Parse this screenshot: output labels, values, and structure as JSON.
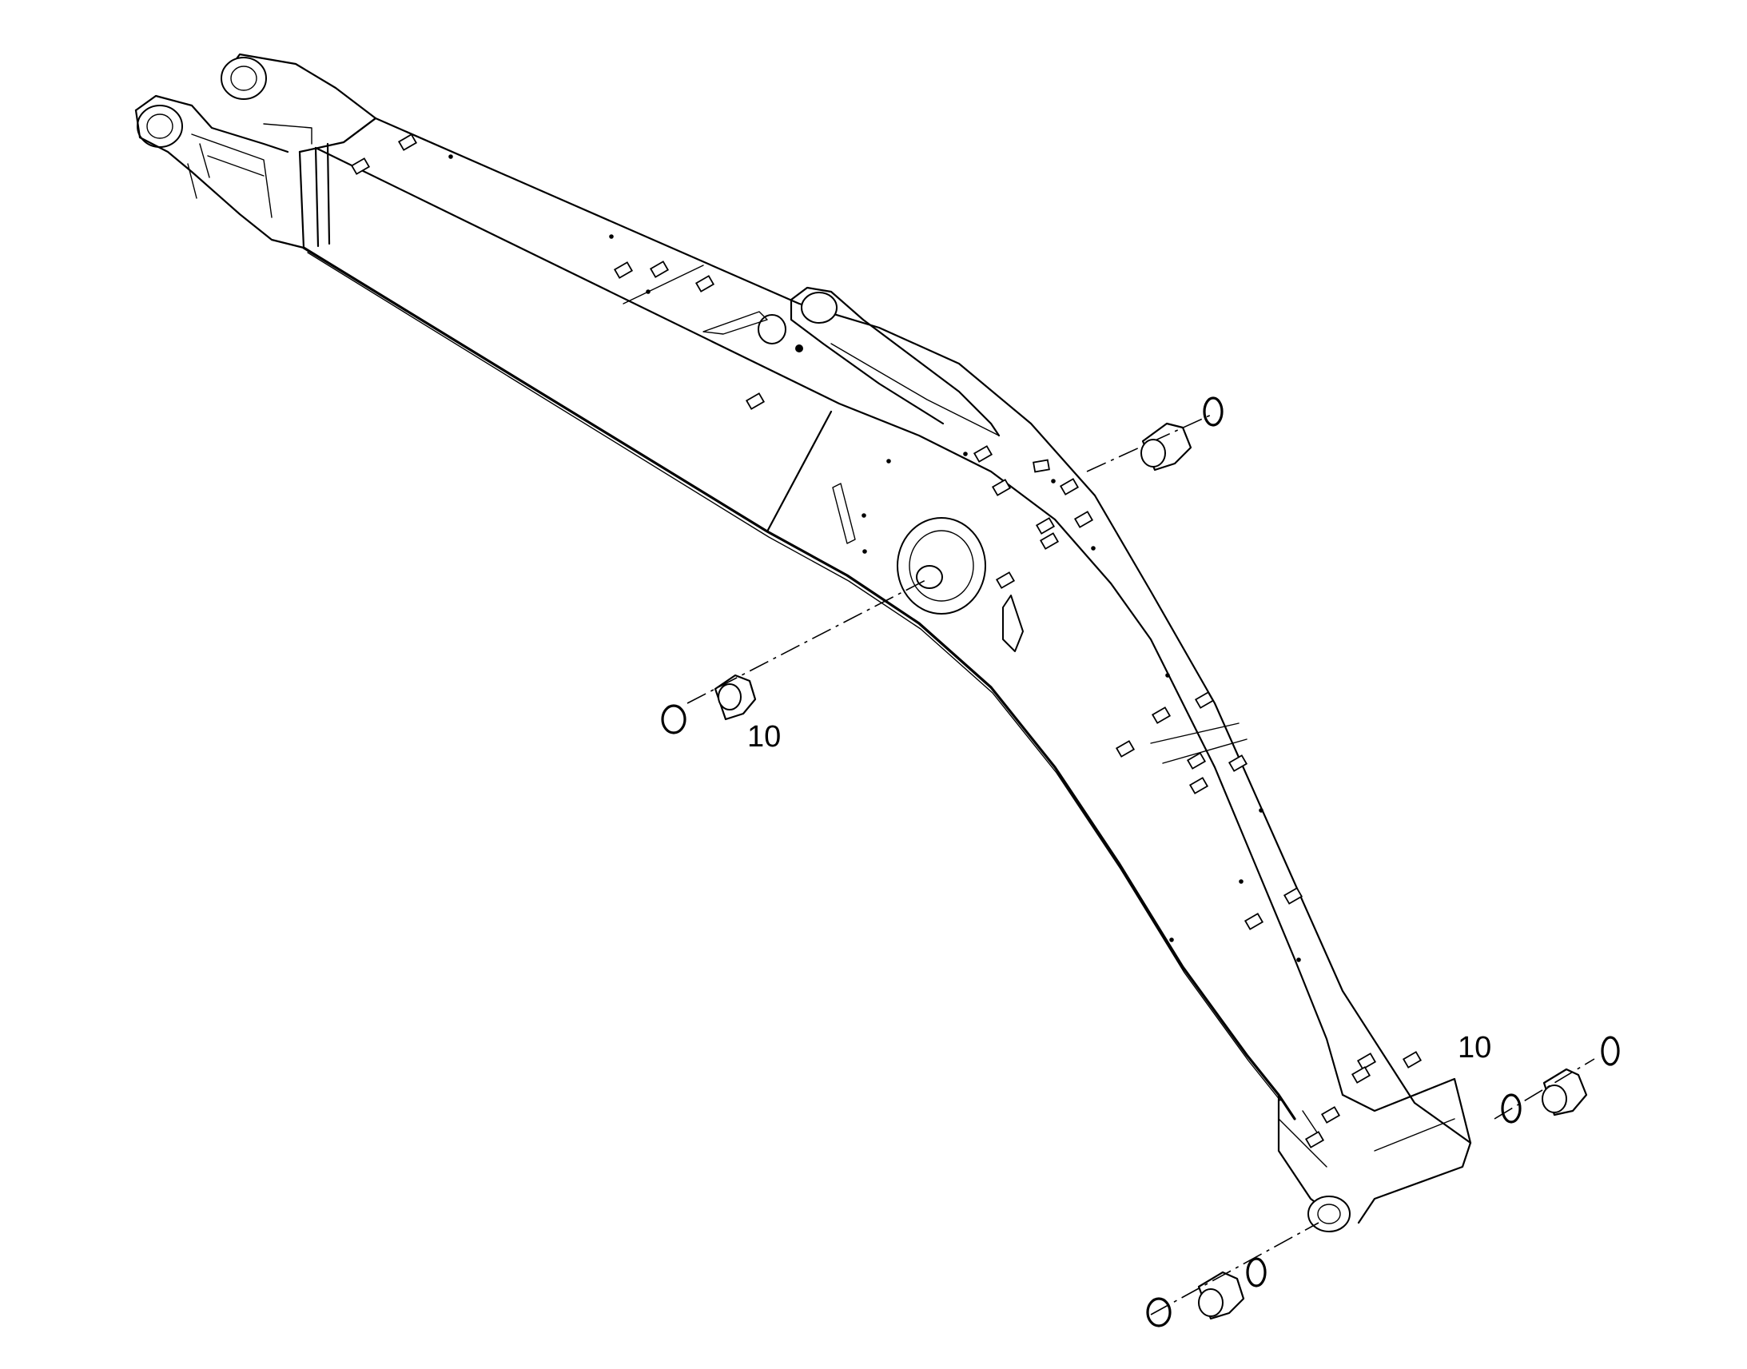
{
  "figure": {
    "callouts": [
      {
        "id": "callout-left",
        "text": "10"
      },
      {
        "id": "callout-right",
        "text": "10"
      }
    ]
  },
  "colors": {
    "line": "#000000",
    "background": "#ffffff"
  }
}
